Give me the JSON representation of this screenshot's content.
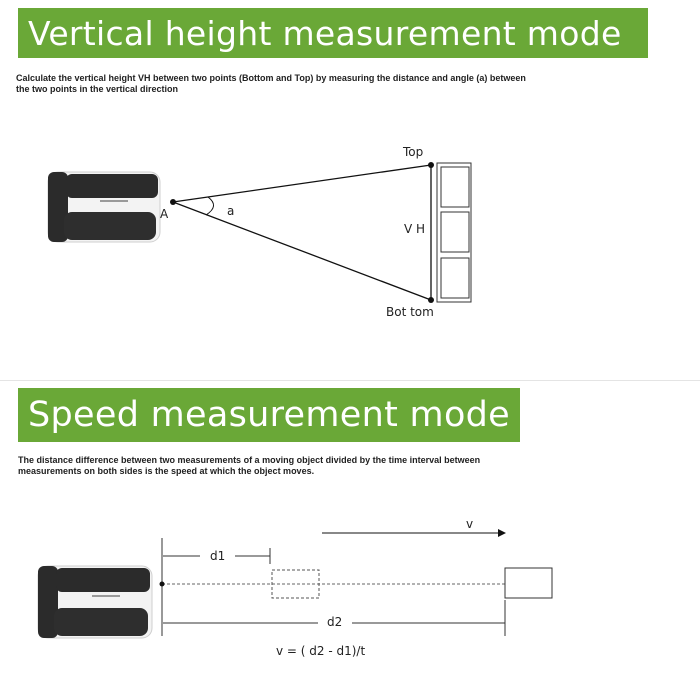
{
  "section1": {
    "title": "Vertical height measurement mode",
    "description_line1": "Calculate the vertical height VH between two points (Bottom and Top) by measuring the distance and angle (a) between",
    "description_line2": "the two points in the vertical direction",
    "label_top": "Top",
    "label_bottom": "Bot tom",
    "label_vh": "V H",
    "label_a_point": "A",
    "label_angle": "a"
  },
  "section2": {
    "title": "Speed measurement mode",
    "description_line1": "The distance difference between two measurements of a moving object divided by the time interval between",
    "description_line2": "measurements on both sides is the speed at which the object moves.",
    "label_v": "v",
    "label_d1": "d1",
    "label_d2": "d2",
    "formula": "v = ( d2 - d1)/t"
  },
  "colors": {
    "banner_green": "#6aa837",
    "device_white": "#f2f2f2",
    "device_dark": "#2a2a2a"
  }
}
